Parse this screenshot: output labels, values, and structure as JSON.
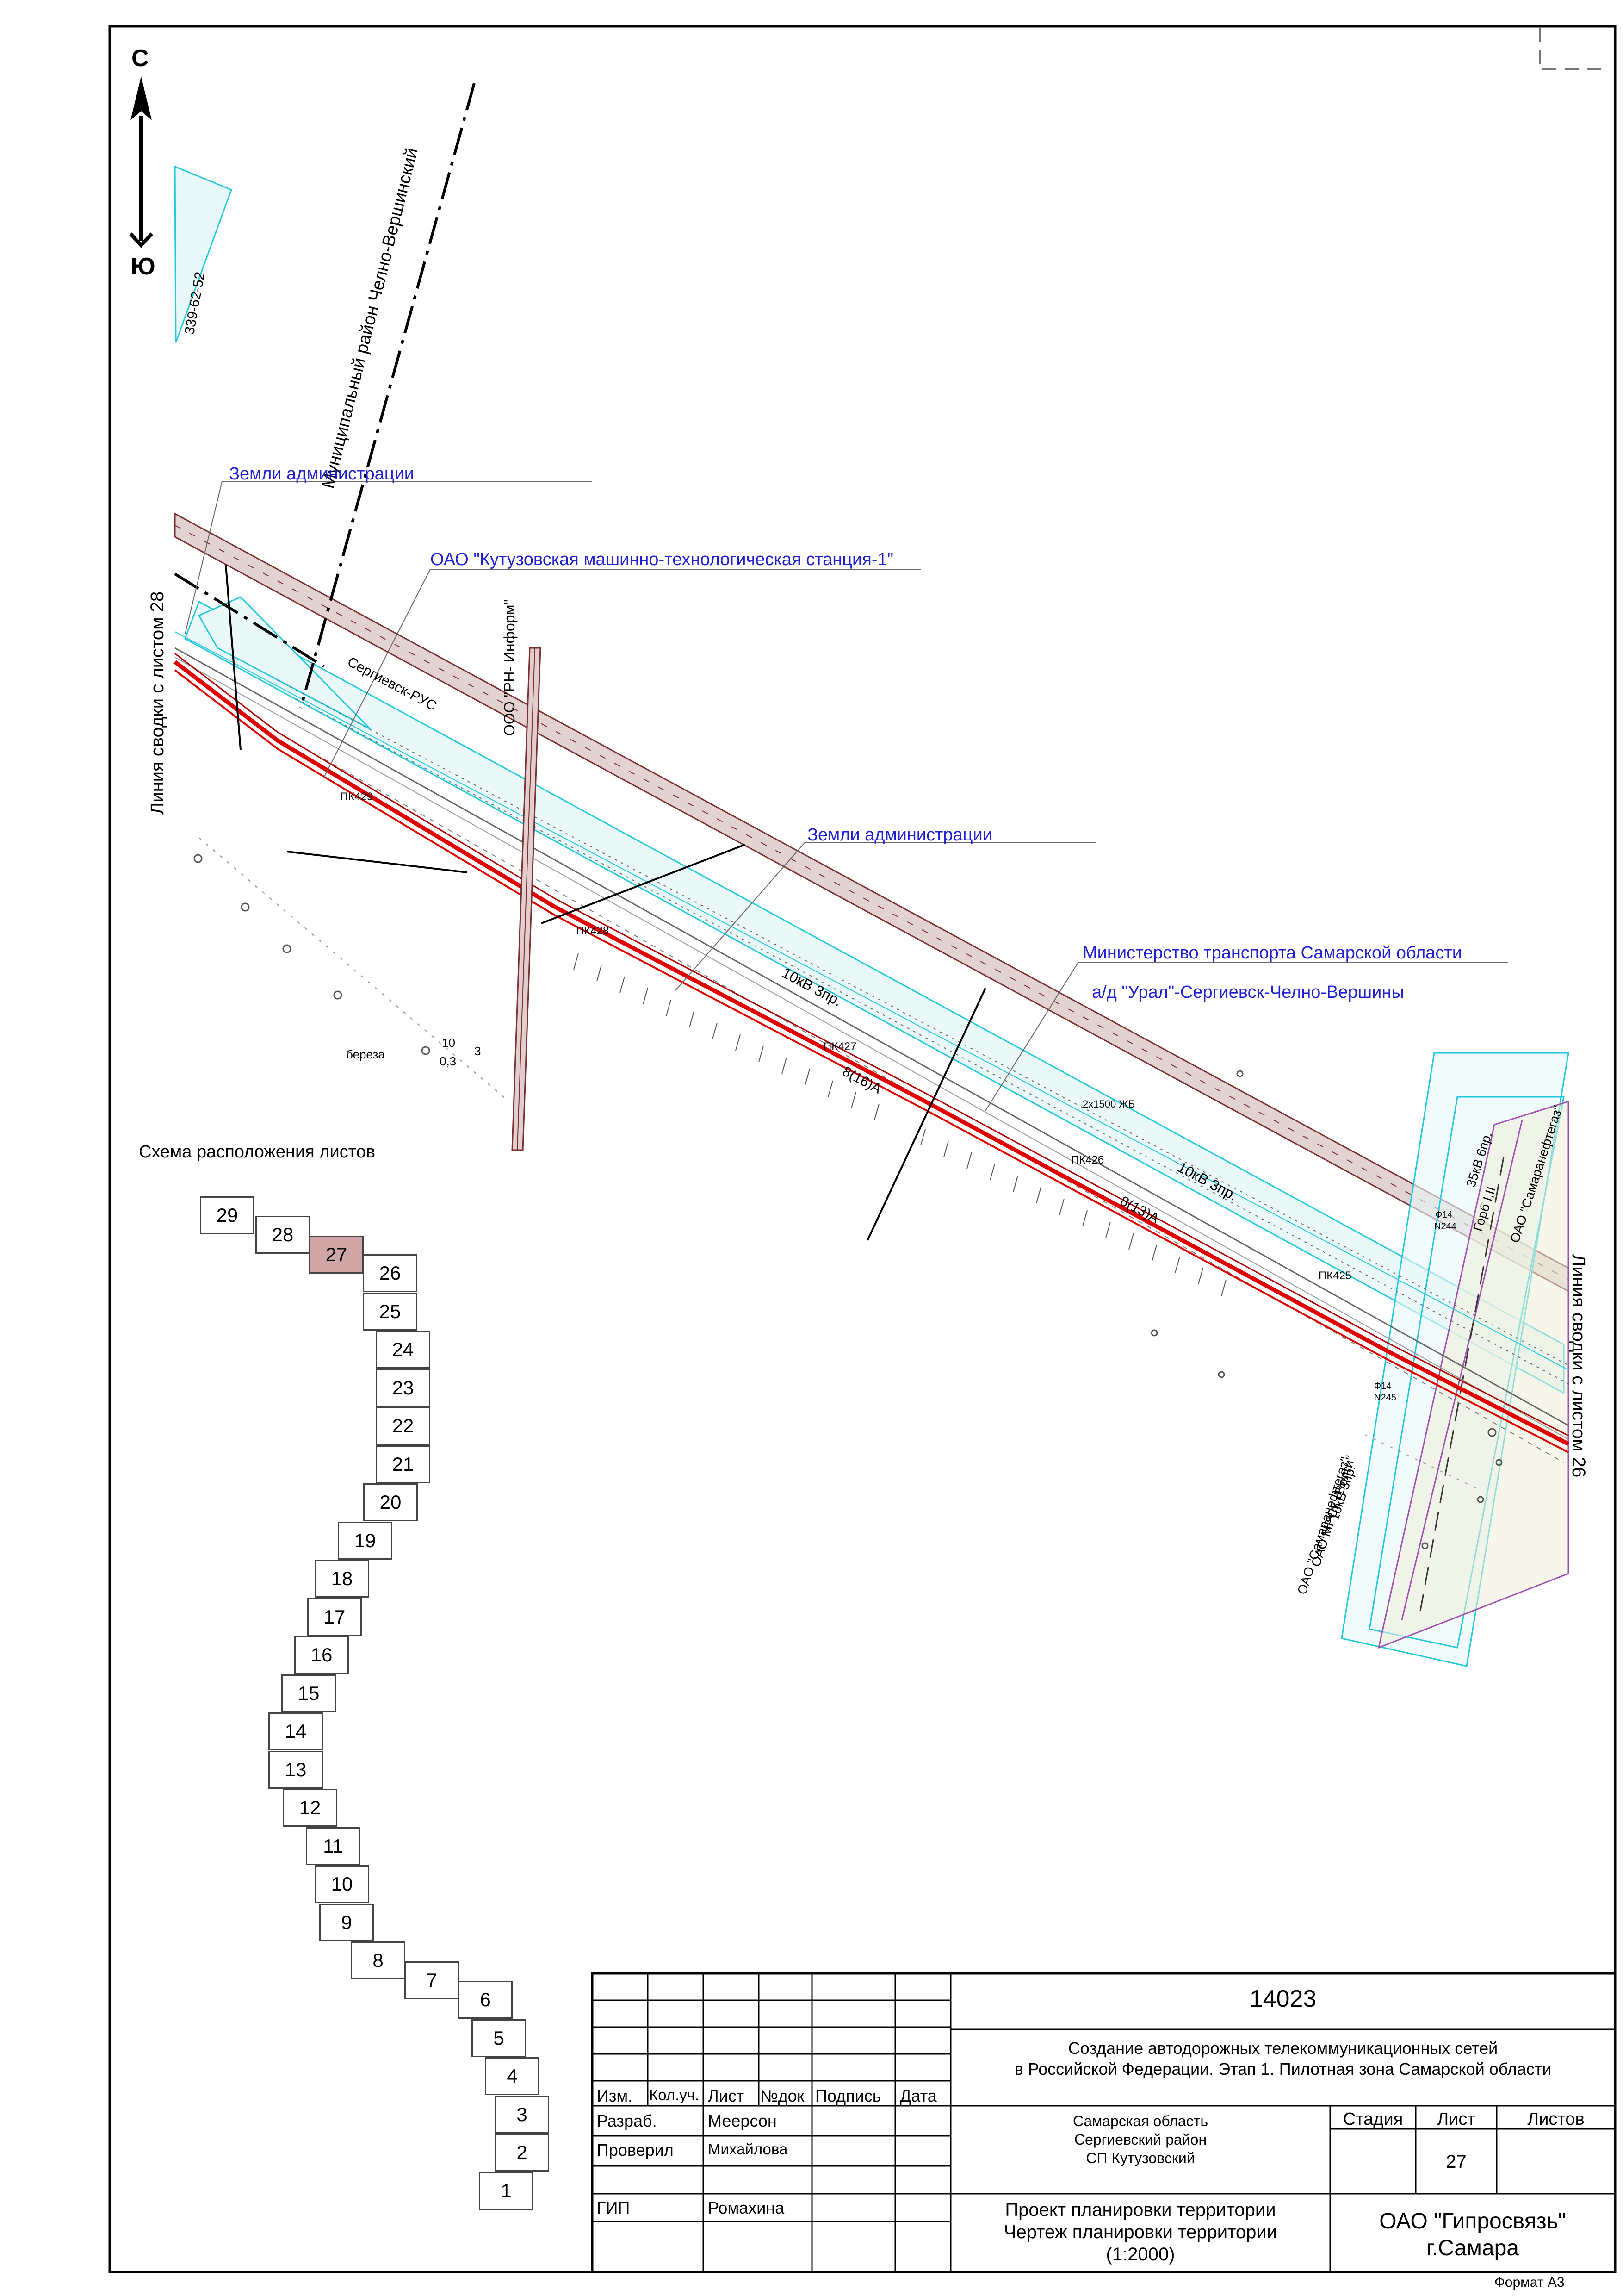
{
  "north": {
    "north_letter": "С",
    "south_letter": "Ю"
  },
  "map_labels": {
    "district": "Муниципальный район Челно-Вершинский",
    "coord_partial": "339-62-52",
    "lands_admin_top": "Земли администрации",
    "kutuzov_station": "ОАО \"Кутузовская машинно-технологическая станция-1\"",
    "rn_inform": "ООО \"РН- Информ\"",
    "sergievsk_rus": "Сергиевск-РУС",
    "lands_admin_mid": "Земли администрации",
    "ministry": "Министерство транспорта Самарской области",
    "road": "а/д \"Урал\"-Сергиевск-Челно-Вершины",
    "line_10kv_1": "10кВ 3пр.",
    "line_10kv_2": "10кВ 3пр.",
    "pk429": "ПК429",
    "pk428": "ПК428",
    "pk427": "ПК427",
    "pk426": "ПК426",
    "pk425": "ПК425",
    "cable_1": "8(16)А",
    "cable_2": "8(13)А",
    "culvert": "2x1500 ЖБ",
    "tree_name": "береза",
    "tree_h": "10",
    "tree_d": "0,3",
    "tree_n": "3",
    "left_match": "Линия сводки с листом 28",
    "right_match": "Линия сводки с листом 26",
    "line_35kv": "35кВ 6пр.",
    "gorb": "Горб I,II",
    "samaraneftegaz_r": "ОАО \"Самаранефтегаз\"",
    "samaraneftegaz_l": "ОАО \"Самаранефтегаз\"",
    "mrsk": "ОАО МРСК \"Волги\"",
    "line_10kv_3": "10кВ 3пр.",
    "f14_1": "Ф14",
    "n244": "N244",
    "f14_2": "Ф14",
    "n245": "N245"
  },
  "scheme": {
    "title": "Схема расположения листов",
    "current": "27",
    "sheets": [
      "29",
      "28",
      "27",
      "26",
      "25",
      "24",
      "23",
      "22",
      "21",
      "20",
      "19",
      "18",
      "17",
      "16",
      "15",
      "14",
      "13",
      "12",
      "11",
      "10",
      "9",
      "8",
      "7",
      "6",
      "5",
      "4",
      "3",
      "2",
      "1"
    ]
  },
  "title_block": {
    "project_no": "14023",
    "project_title_1": "Создание автодорожных телекоммуникационных сетей",
    "project_title_2": "в Российской Федерации. Этап 1. Пилотная зона Самарской области",
    "col_headers": [
      "Изм.",
      "Кол.уч.",
      "Лист",
      "№док",
      "Подпись",
      "Дата"
    ],
    "roles": [
      {
        "role": "Разраб.",
        "name": "Меерсон"
      },
      {
        "role": "Проверил",
        "name": "Михайлова"
      },
      {
        "role": "ГИП",
        "name": "Ромахина"
      }
    ],
    "location_1": "Самарская область",
    "location_2": "Сергиевский район",
    "location_3": "СП Кутузовский",
    "stage_label": "Стадия",
    "sheet_label": "Лист",
    "sheets_label": "Листов",
    "sheet_value": "27",
    "drawing_1": "Проект планировки территории",
    "drawing_2": "Чертеж планировки территории",
    "drawing_3": "(1:2000)",
    "org_1": "ОАО \"Гипросвязь\"",
    "org_2": "г.Самара",
    "format": "Формат А3"
  }
}
